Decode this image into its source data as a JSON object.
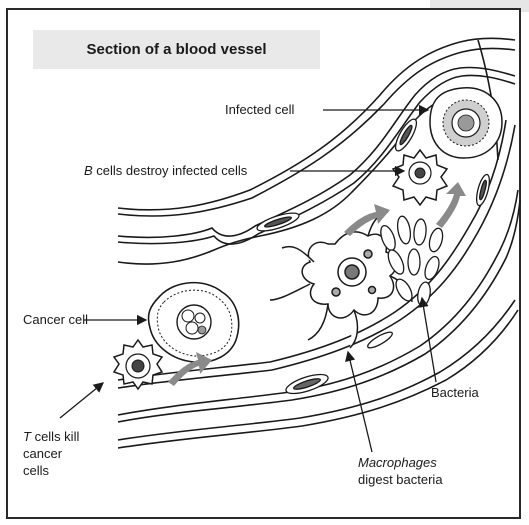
{
  "title": "Section of a blood vessel",
  "labels": {
    "infected_cell": "Infected cell",
    "b_cells_italic": "B",
    "b_cells_rest": " cells destroy infected cells",
    "cancer_cell": "Cancer cell",
    "bacteria": "Bacteria",
    "t_cells_italic": "T",
    "t_cells_line1_rest": " cells kill",
    "t_cells_line2": "cancer",
    "t_cells_line3": "cells",
    "macrophages_italic": "Macrophages",
    "macrophages_line2": "digest bacteria"
  },
  "colors": {
    "ink": "#1a1a1a",
    "arrow_grey": "#8a8a8a",
    "title_bg": "#e9e9e9"
  }
}
